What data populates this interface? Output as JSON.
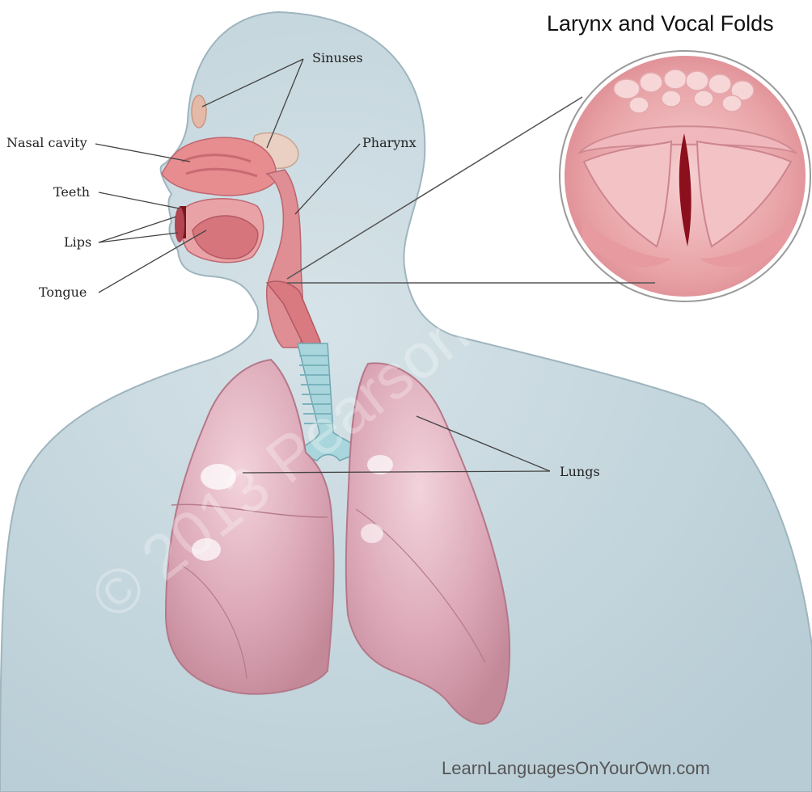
{
  "title": "Larynx and Vocal Folds",
  "credit": "LearnLanguagesOnYourOwn.com",
  "watermark": "© 2013 Pearson",
  "labels": {
    "sinuses": "Sinuses",
    "nasal_cavity": "Nasal cavity",
    "pharynx": "Pharynx",
    "teeth": "Teeth",
    "lips": "Lips",
    "tongue": "Tongue",
    "lungs": "Lungs"
  },
  "colors": {
    "body": "#c7d8df",
    "body_outline": "#8fa6b0",
    "lung": "#d9a9b6",
    "lung_shadow": "#c28a9a",
    "airway": "#d98a8f",
    "trachea": "#a9d5dc",
    "vocal_fold": "#f1b9bb",
    "glottis": "#8b0f1c"
  }
}
